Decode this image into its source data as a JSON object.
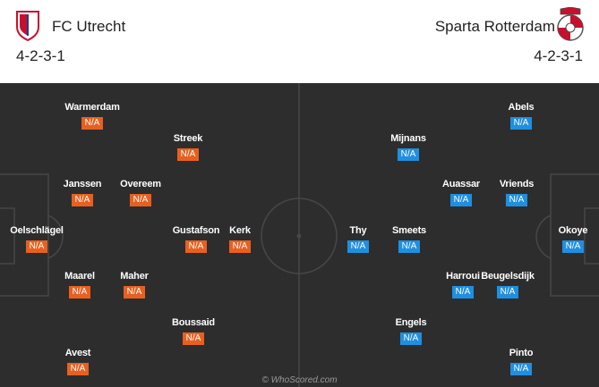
{
  "header": {
    "home": {
      "name": "FC Utrecht",
      "formation": "4-2-3-1"
    },
    "away": {
      "name": "Sparta Rotterdam",
      "formation": "4-2-3-1"
    }
  },
  "players": {
    "home": [
      {
        "name": "Warmerdam",
        "rating": "N/A"
      },
      {
        "name": "Streek",
        "rating": "N/A"
      },
      {
        "name": "Janssen",
        "rating": "N/A"
      },
      {
        "name": "Overeem",
        "rating": "N/A"
      },
      {
        "name": "Oelschlägel",
        "rating": "N/A"
      },
      {
        "name": "Gustafson",
        "rating": "N/A"
      },
      {
        "name": "Kerk",
        "rating": "N/A"
      },
      {
        "name": "Maarel",
        "rating": "N/A"
      },
      {
        "name": "Maher",
        "rating": "N/A"
      },
      {
        "name": "Boussaid",
        "rating": "N/A"
      },
      {
        "name": "Avest",
        "rating": "N/A"
      }
    ],
    "away": [
      {
        "name": "Abels",
        "rating": "N/A"
      },
      {
        "name": "Mijnans",
        "rating": "N/A"
      },
      {
        "name": "Auassar",
        "rating": "N/A"
      },
      {
        "name": "Vriends",
        "rating": "N/A"
      },
      {
        "name": "Thy",
        "rating": "N/A"
      },
      {
        "name": "Smeets",
        "rating": "N/A"
      },
      {
        "name": "Okoye",
        "rating": "N/A"
      },
      {
        "name": "Harroui",
        "rating": "N/A"
      },
      {
        "name": "Beugelsdijk",
        "rating": "N/A"
      },
      {
        "name": "Engels",
        "rating": "N/A"
      },
      {
        "name": "Pinto",
        "rating": "N/A"
      }
    ]
  },
  "colors": {
    "home_rating": "#e8601f",
    "away_rating": "#1f8fe0",
    "pitch": "#2d2d2d"
  },
  "watermark": "© WhoScored.com"
}
